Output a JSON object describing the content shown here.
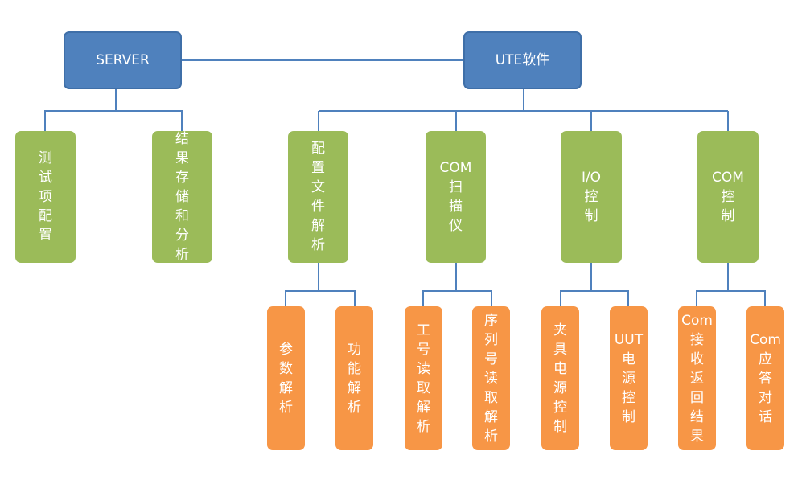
{
  "diagram": {
    "colors": {
      "root": "#4f81bd",
      "level2": "#9bbb59",
      "level3": "#f79646",
      "connector": "#4f81bd"
    },
    "roots": [
      {
        "id": "server",
        "label": "SERVER"
      },
      {
        "id": "ute",
        "label": "UTE软件"
      }
    ],
    "server_children": [
      {
        "id": "test-config",
        "lines": [
          "测",
          "试",
          "项",
          "配",
          "置"
        ]
      },
      {
        "id": "result-storage",
        "lines": [
          "结",
          "果",
          "存",
          "储",
          "和",
          "分",
          "析"
        ]
      }
    ],
    "ute_children": [
      {
        "id": "config-parse",
        "lines": [
          "配",
          "置",
          "文",
          "件",
          "解",
          "析"
        ]
      },
      {
        "id": "com-scanner",
        "lines": [
          "COM",
          "扫",
          "描",
          "仪"
        ]
      },
      {
        "id": "io-control",
        "lines": [
          "I/O",
          "控",
          "制"
        ]
      },
      {
        "id": "com-control",
        "lines": [
          "COM",
          "控",
          "制"
        ]
      }
    ],
    "leaves": [
      {
        "id": "param-parse",
        "lines": [
          "参",
          "数",
          "解",
          "析"
        ]
      },
      {
        "id": "func-parse",
        "lines": [
          "功",
          "能",
          "解",
          "析"
        ]
      },
      {
        "id": "job-no-read",
        "lines": [
          "工",
          "号",
          "读",
          "取",
          "解",
          "析"
        ]
      },
      {
        "id": "serial-no-read",
        "lines": [
          "序",
          "列",
          "号",
          "读",
          "取",
          "解",
          "析"
        ]
      },
      {
        "id": "fixture-power",
        "lines": [
          "夹",
          "具",
          "电",
          "源",
          "控",
          "制"
        ]
      },
      {
        "id": "uut-power",
        "lines": [
          "UUT",
          "电",
          "源",
          "控",
          "制"
        ]
      },
      {
        "id": "com-receive",
        "lines": [
          "Com",
          "接",
          "收",
          "返",
          "回",
          "结",
          "果"
        ]
      },
      {
        "id": "com-reply",
        "lines": [
          "Com",
          "应",
          "答",
          "对",
          "话"
        ]
      }
    ]
  }
}
